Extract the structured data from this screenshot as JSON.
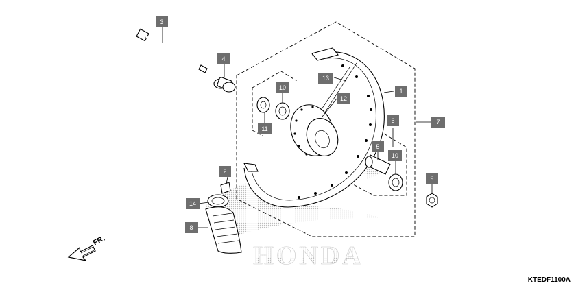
{
  "callouts": {
    "c1": "1",
    "c2": "2",
    "c3": "3",
    "c4": "4",
    "c5": "5",
    "c6": "6",
    "c7": "7",
    "c8": "8",
    "c9": "9",
    "c10a": "10",
    "c10b": "10",
    "c11": "11",
    "c12": "12",
    "c13": "13",
    "c14": "14"
  },
  "front_label": "FR.",
  "watermark": "HONDA",
  "diagram_code": "KTEDF1100A",
  "colors": {
    "callout_bg": "#6e6e6e",
    "callout_text": "#ffffff",
    "line": "#000000",
    "watermark": "#c8c8c8"
  }
}
